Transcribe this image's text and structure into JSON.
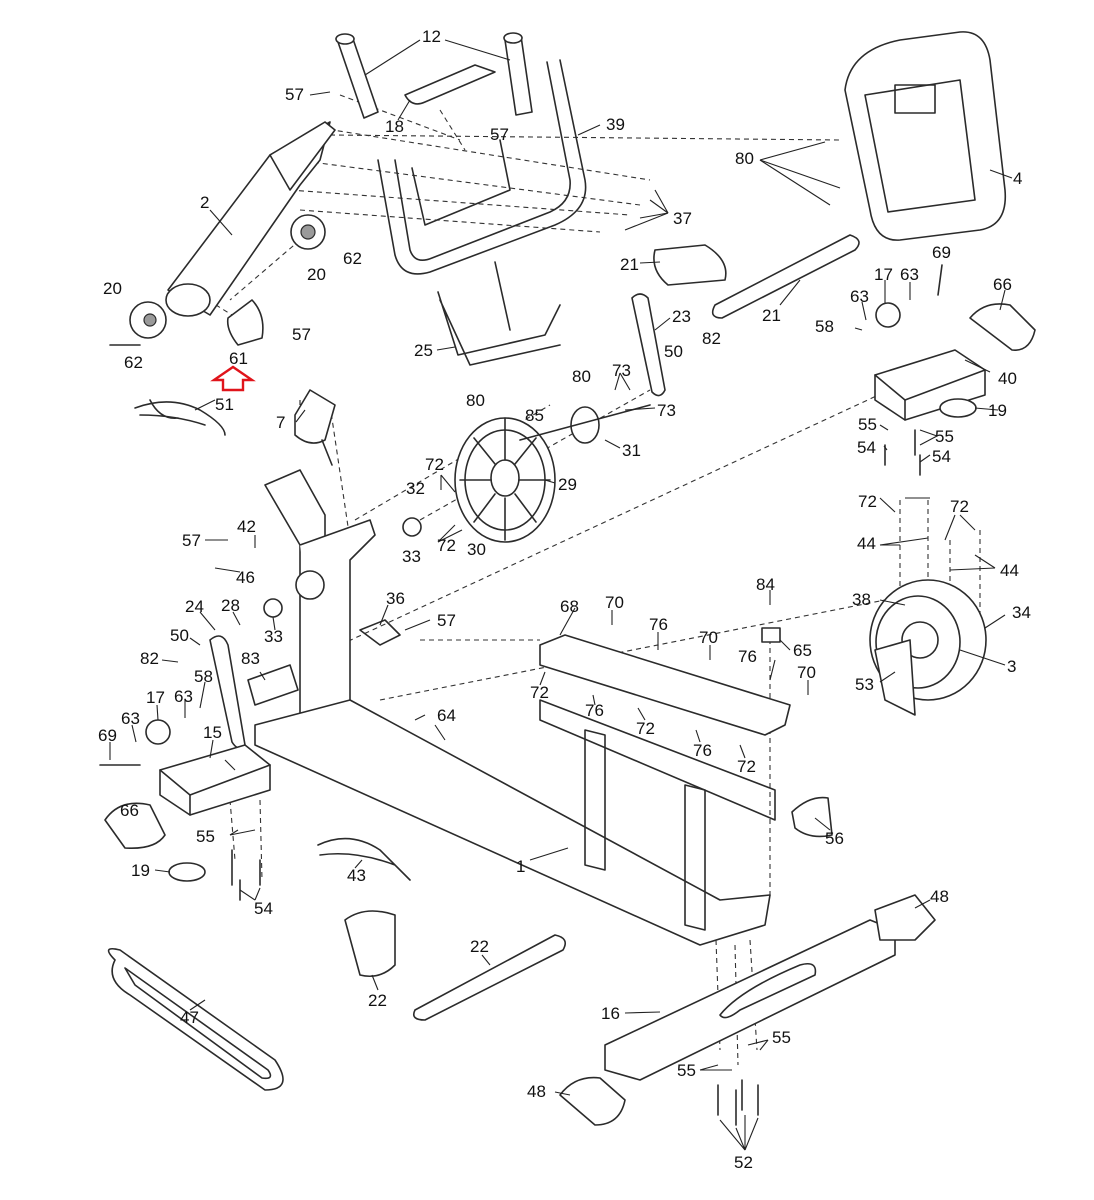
{
  "labels": {
    "p1": "1",
    "p2": "2",
    "p3": "3",
    "p4": "4",
    "p7": "7",
    "p12": "12",
    "p15": "15",
    "p16": "16",
    "p17a": "17",
    "p17b": "17",
    "p18": "18",
    "p19a": "19",
    "p19b": "19",
    "p20a": "20",
    "p20b": "20",
    "p21a": "21",
    "p21b": "21",
    "p22a": "22",
    "p22b": "22",
    "p23": "23",
    "p24": "24",
    "p25": "25",
    "p28": "28",
    "p29": "29",
    "p30": "30",
    "p31": "31",
    "p32": "32",
    "p33a": "33",
    "p33b": "33",
    "p34": "34",
    "p36": "36",
    "p37": "37",
    "p38": "38",
    "p39": "39",
    "p40": "40",
    "p42": "42",
    "p43": "43",
    "p44a": "44",
    "p44b": "44",
    "p46": "46",
    "p47": "47",
    "p48a": "48",
    "p48b": "48",
    "p50a": "50",
    "p50b": "50",
    "p51": "51",
    "p52": "52",
    "p53": "53",
    "p54a": "54",
    "p54b": "54",
    "p54c": "54",
    "p55a": "55",
    "p55b": "55",
    "p55c": "55",
    "p55d": "55",
    "p55e": "55",
    "p56": "56",
    "p57a": "57",
    "p57b": "57",
    "p57c": "57",
    "p57d": "57",
    "p57e": "57",
    "p58a": "58",
    "p58b": "58",
    "p61": "61",
    "p62a": "62",
    "p62b": "62",
    "p63a": "63",
    "p63b": "63",
    "p63c": "63",
    "p63d": "63",
    "p64": "64",
    "p65": "65",
    "p66a": "66",
    "p66b": "66",
    "p68": "68",
    "p69a": "69",
    "p69b": "69",
    "p70a": "70",
    "p70b": "70",
    "p70c": "70",
    "p72a": "72",
    "p72b": "72",
    "p72c": "72",
    "p72d": "72",
    "p72e": "72",
    "p72f": "72",
    "p72g": "72",
    "p73a": "73",
    "p73b": "73",
    "p76a": "76",
    "p76b": "76",
    "p76c": "76",
    "p76d": "76",
    "p80a": "80",
    "p80b": "80",
    "p80c": "80",
    "p82a": "82",
    "p82b": "82",
    "p83": "83",
    "p84": "84",
    "p85": "85"
  },
  "colors": {
    "highlight_arrow": "#e0141b",
    "line": "#2b2b2b"
  }
}
